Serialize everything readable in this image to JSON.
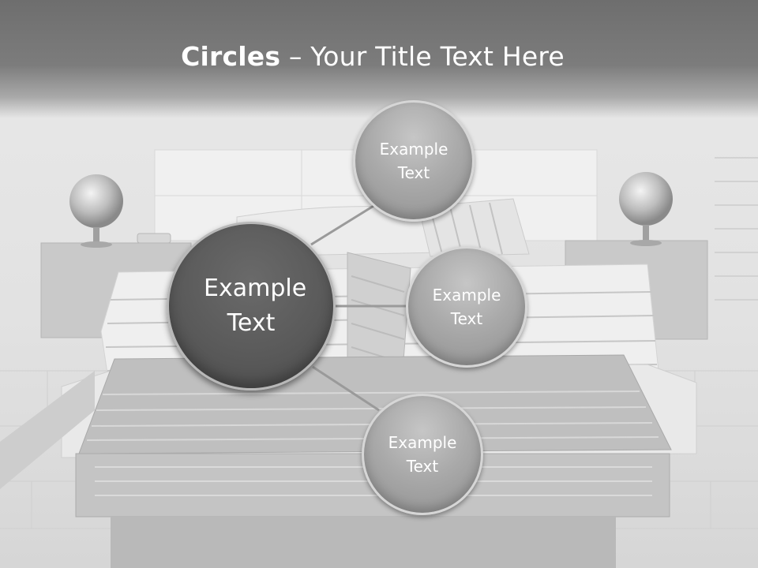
{
  "title": {
    "bold": "Circles",
    "rest": " – Your Title Text Here"
  },
  "center": {
    "line1": "Example",
    "line2": "Text"
  },
  "satellites": [
    {
      "line1": "Example",
      "line2": "Text"
    },
    {
      "line1": "Example",
      "line2": "Text"
    },
    {
      "line1": "Example",
      "line2": "Text"
    }
  ],
  "colors": {
    "title_band": "#7c7c7c",
    "center_circle": "#5a5a5a",
    "satellite_circle": "#aaaaaa",
    "connector": "#9a9a9a"
  }
}
